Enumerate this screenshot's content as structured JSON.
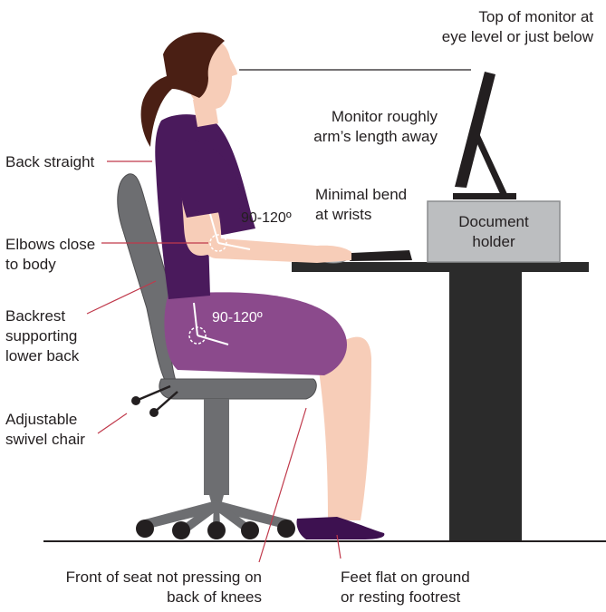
{
  "labels": {
    "monitor_top": "Top of monitor at\neye level or just below",
    "monitor_distance": "Monitor roughly\narm’s length away",
    "wrists": "Minimal bend\nat wrists",
    "document_holder": "Document\nholder",
    "back": "Back straight",
    "elbows": "Elbows close\nto body",
    "backrest": "Backrest\nsupporting\nlower back",
    "chair": "Adjustable\nswivel chair",
    "seat_front": "Front of seat not pressing on\nback of knees",
    "feet": "Feet flat on ground\nor resting footrest"
  },
  "angles": {
    "elbow": "90-120º",
    "hip": "90-120º"
  },
  "colors": {
    "leader_line": "#c0394b",
    "shirt": "#4a1a5c",
    "skirt": "#8b4a8c",
    "skin": "#f7cdb8",
    "hair": "#4a1f14",
    "chair": "#6d6e71",
    "desk": "#2b2b2b",
    "document_holder": "#bcbec0",
    "shoes": "#3d1150"
  }
}
